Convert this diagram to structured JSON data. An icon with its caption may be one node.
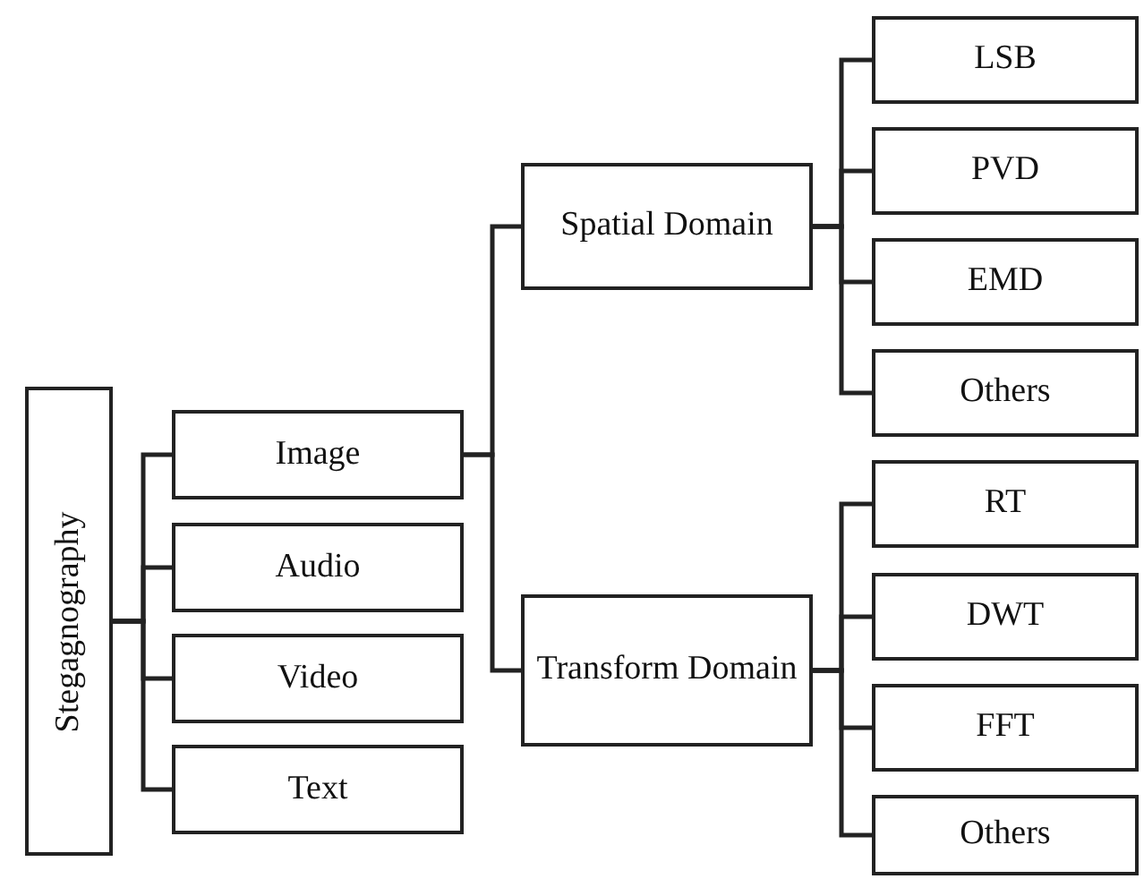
{
  "diagram": {
    "nodes": [
      {
        "text": [
          "Stegagnography"
        ]
      },
      {
        "text": [
          "Image"
        ]
      },
      {
        "text": [
          "Audio"
        ]
      },
      {
        "text": [
          "Video"
        ]
      },
      {
        "text": [
          "Text"
        ]
      },
      {
        "text": [
          "Spatial Domain"
        ]
      },
      {
        "text": [
          "Transform Domain"
        ]
      },
      {
        "text": [
          "LSB"
        ]
      },
      {
        "text": [
          "PVD"
        ]
      },
      {
        "text": [
          "EMD"
        ]
      },
      {
        "text": [
          "Others"
        ]
      },
      {
        "text": [
          "RT"
        ]
      },
      {
        "text": [
          "DWT"
        ]
      },
      {
        "text": [
          "FFT"
        ]
      },
      {
        "text": [
          "Others"
        ]
      }
    ],
    "edges": [
      {
        "from": 0,
        "to": 1,
        "arrow": "none"
      },
      {
        "from": 0,
        "to": 2,
        "arrow": "none"
      },
      {
        "from": 0,
        "to": 3,
        "arrow": "none"
      },
      {
        "from": 0,
        "to": 4,
        "arrow": "none"
      },
      {
        "from": 1,
        "to": 5,
        "arrow": "none"
      },
      {
        "from": 1,
        "to": 6,
        "arrow": "none"
      },
      {
        "from": 5,
        "to": 7,
        "arrow": "none"
      },
      {
        "from": 5,
        "to": 8,
        "arrow": "none"
      },
      {
        "from": 5,
        "to": 9,
        "arrow": "none"
      },
      {
        "from": 5,
        "to": 10,
        "arrow": "none"
      },
      {
        "from": 6,
        "to": 11,
        "arrow": "none"
      },
      {
        "from": 6,
        "to": 12,
        "arrow": "none"
      },
      {
        "from": 6,
        "to": 13,
        "arrow": "none"
      },
      {
        "from": 6,
        "to": 14,
        "arrow": "none"
      }
    ]
  }
}
